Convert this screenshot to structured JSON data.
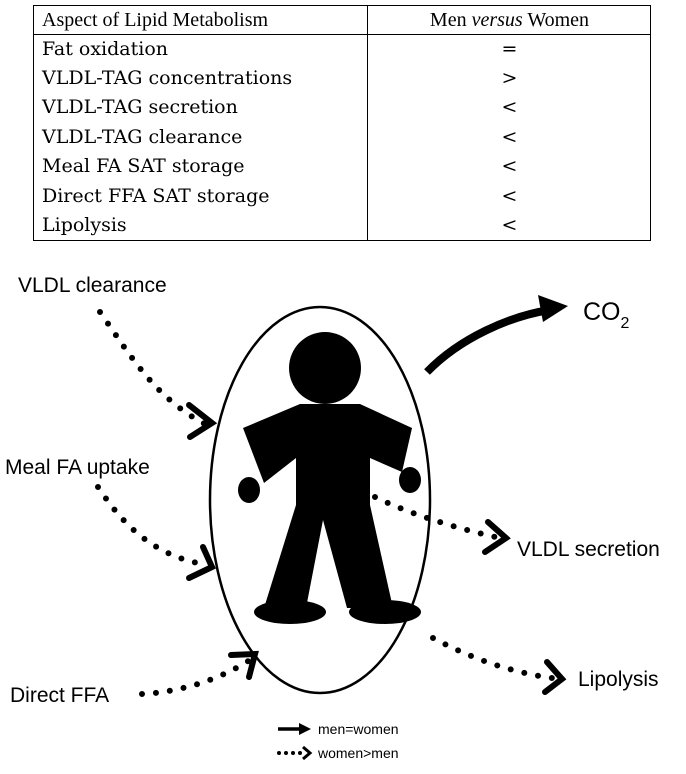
{
  "table": {
    "header": {
      "aspect": "Aspect of Lipid Metabolism",
      "comparison_pre": "Men ",
      "comparison_em": "versus",
      "comparison_post": " Women"
    },
    "rows": [
      {
        "aspect": "Fat oxidation",
        "value": "="
      },
      {
        "aspect": "VLDL-TAG concentrations",
        "value": ">"
      },
      {
        "aspect": "VLDL-TAG secretion",
        "value": "<"
      },
      {
        "aspect": "VLDL-TAG clearance",
        "value": "<"
      },
      {
        "aspect": "Meal FA SAT storage",
        "value": "<"
      },
      {
        "aspect": "Direct FFA SAT storage",
        "value": "<"
      },
      {
        "aspect": "Lipolysis",
        "value": "<"
      }
    ]
  },
  "diagram": {
    "vldl_clearance": "VLDL clearance",
    "meal_fa_uptake": "Meal FA uptake",
    "direct_ffa": "Direct FFA",
    "co2": "CO",
    "co2_sub": "2",
    "vldl_secretion": "VLDL secretion",
    "lipolysis": "Lipolysis"
  },
  "legend": {
    "solid": "men=women",
    "dotted": "women>men"
  }
}
